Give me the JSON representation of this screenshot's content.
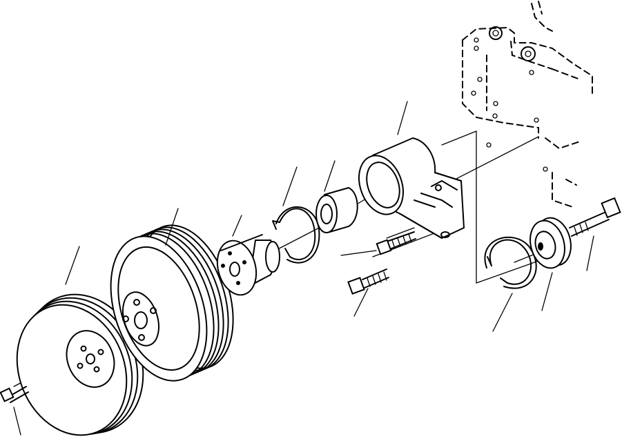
{
  "diagram": {
    "description_labels": [],
    "parts": [
      {
        "id": "front-pulley",
        "callout": ""
      },
      {
        "id": "rear-pulley",
        "callout": ""
      },
      {
        "id": "hub",
        "callout": ""
      },
      {
        "id": "snap-ring-left",
        "callout": ""
      },
      {
        "id": "bushing",
        "callout": ""
      },
      {
        "id": "bracket",
        "callout": ""
      },
      {
        "id": "mounting-bolt-upper",
        "callout": ""
      },
      {
        "id": "mounting-bolt-lower",
        "callout": ""
      },
      {
        "id": "snap-ring-right",
        "callout": ""
      },
      {
        "id": "idler-pulley",
        "callout": ""
      },
      {
        "id": "idler-bolt",
        "callout": ""
      },
      {
        "id": "pulley-screw",
        "callout": ""
      },
      {
        "id": "engine-block",
        "callout": ""
      }
    ],
    "colors": {
      "line": "#000000",
      "background": "#ffffff"
    }
  }
}
